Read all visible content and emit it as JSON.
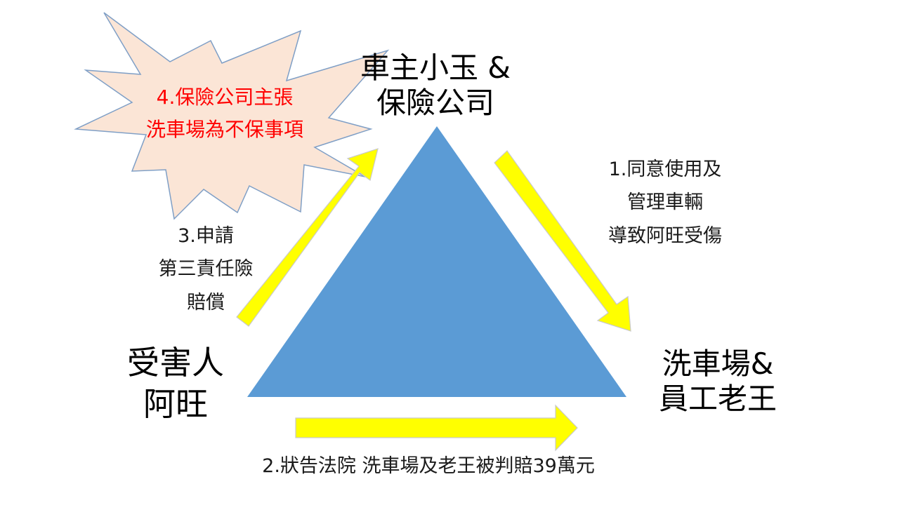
{
  "parties": {
    "top": [
      "車主小玉 &",
      "保險公司"
    ],
    "left": [
      "受害人",
      "阿旺"
    ],
    "right": [
      "洗車場&",
      "員工老王"
    ]
  },
  "steps": {
    "step1": [
      "1.同意使用及",
      "管理車輛",
      "導致阿旺受傷"
    ],
    "step2": "2.狀告法院 洗車場及老王被判賠39萬元",
    "step3": [
      "3.申請",
      "第三責任險",
      "賠償"
    ],
    "step4": [
      "4.保險公司主張",
      "洗車場為不保事項"
    ]
  },
  "colors": {
    "triangle": "#5b9bd5",
    "arrow_fill": "#ffff00",
    "arrow_stroke": "#c9c9c9",
    "burst_fill": "#fbe5d6",
    "burst_stroke": "#7f9fc6",
    "step4_text": "#ff0000"
  }
}
